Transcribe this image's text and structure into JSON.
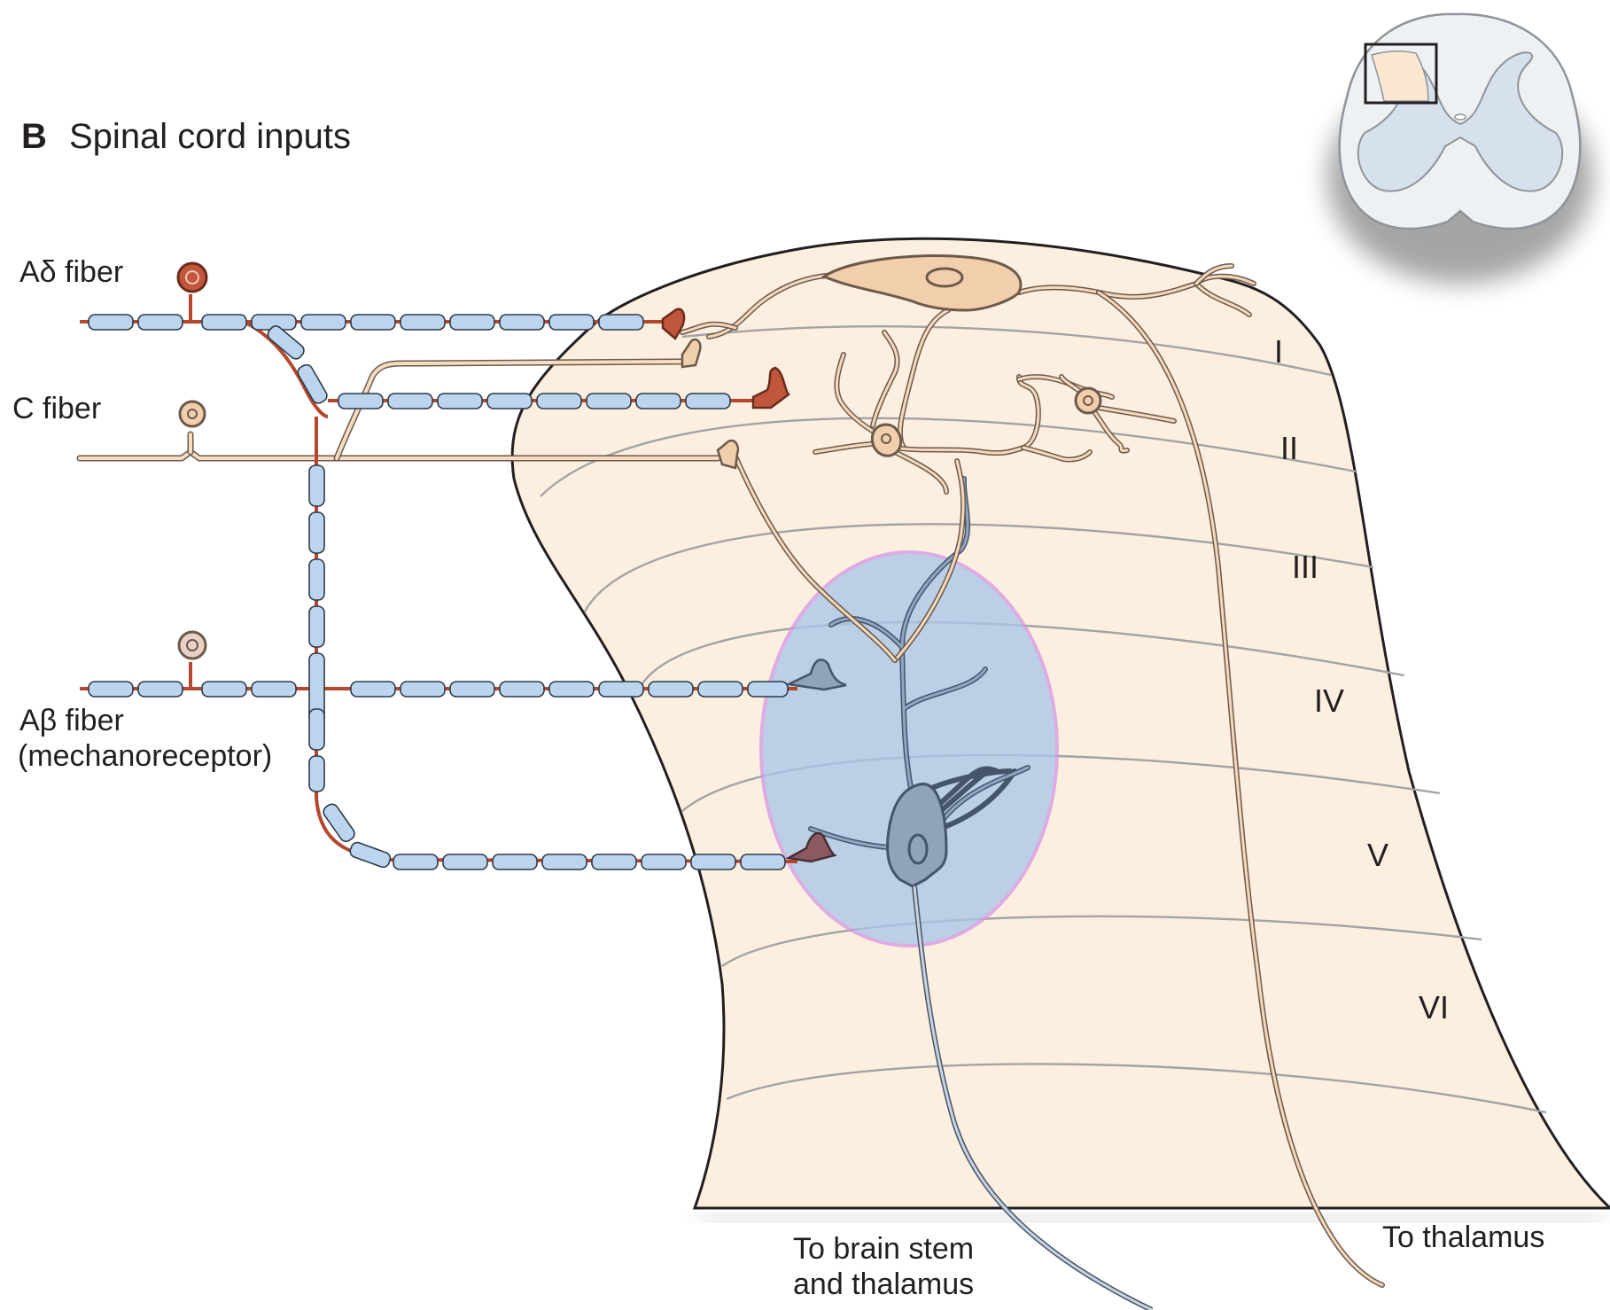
{
  "panel": {
    "letter": "B",
    "title": "Spinal cord inputs"
  },
  "fibers": {
    "a_delta": "Aδ fiber",
    "c": "C fiber",
    "a_beta_line1": "Aβ fiber",
    "a_beta_line2": "(mechanoreceptor)"
  },
  "laminae": [
    "I",
    "II",
    "III",
    "IV",
    "V",
    "VI"
  ],
  "destinations": {
    "brainstem_line1": "To brain stem",
    "brainstem_line2": "and thalamus",
    "thalamus": "To thalamus"
  },
  "colors": {
    "dorsal_horn": "#fdefe0",
    "myelin": "#bcd5ee",
    "a_delta": "#c0563c",
    "c_fiber": "#f1ceac",
    "receptive_field": "#a9c7e8",
    "receptive_field_outline": "#d49ae3",
    "outline": "#231f20"
  }
}
